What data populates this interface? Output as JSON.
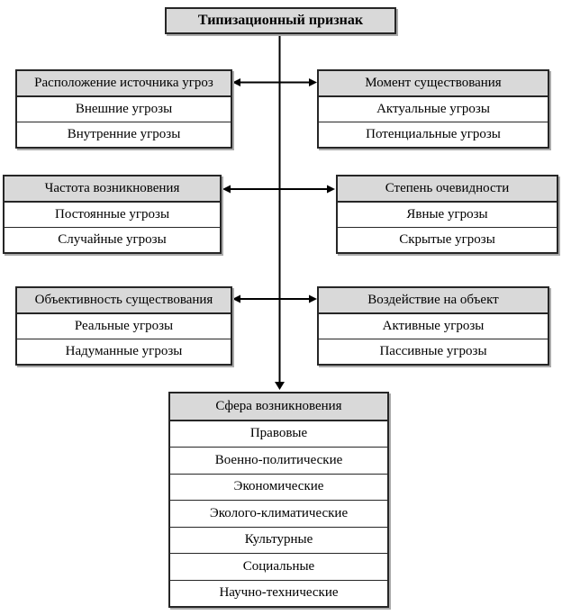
{
  "title": "Типизационный признак",
  "groups": [
    {
      "header": "Расположение источника угроз",
      "items": [
        "Внешние угрозы",
        "Внутренние угрозы"
      ]
    },
    {
      "header": "Момент существования",
      "items": [
        "Актуальные угрозы",
        "Потенциальные угрозы"
      ]
    },
    {
      "header": "Частота возникновения",
      "items": [
        "Постоянные угрозы",
        "Случайные угрозы"
      ]
    },
    {
      "header": "Степень очевидности",
      "items": [
        "Явные угрозы",
        "Скрытые угрозы"
      ]
    },
    {
      "header": "Объективность существования",
      "items": [
        "Реальные угрозы",
        "Надуманные угрозы"
      ]
    },
    {
      "header": "Воздействие на объект",
      "items": [
        "Активные угрозы",
        "Пассивные угрозы"
      ]
    },
    {
      "header": "Сфера возникновения",
      "items": [
        "Правовые",
        "Военно-политические",
        "Экономические",
        "Эколого-климатические",
        "Культурные",
        "Социальные",
        "Научно-технические"
      ]
    }
  ],
  "colors": {
    "header_bg": "#d9d9d9",
    "border": "#262626",
    "arrow": "#000000"
  }
}
